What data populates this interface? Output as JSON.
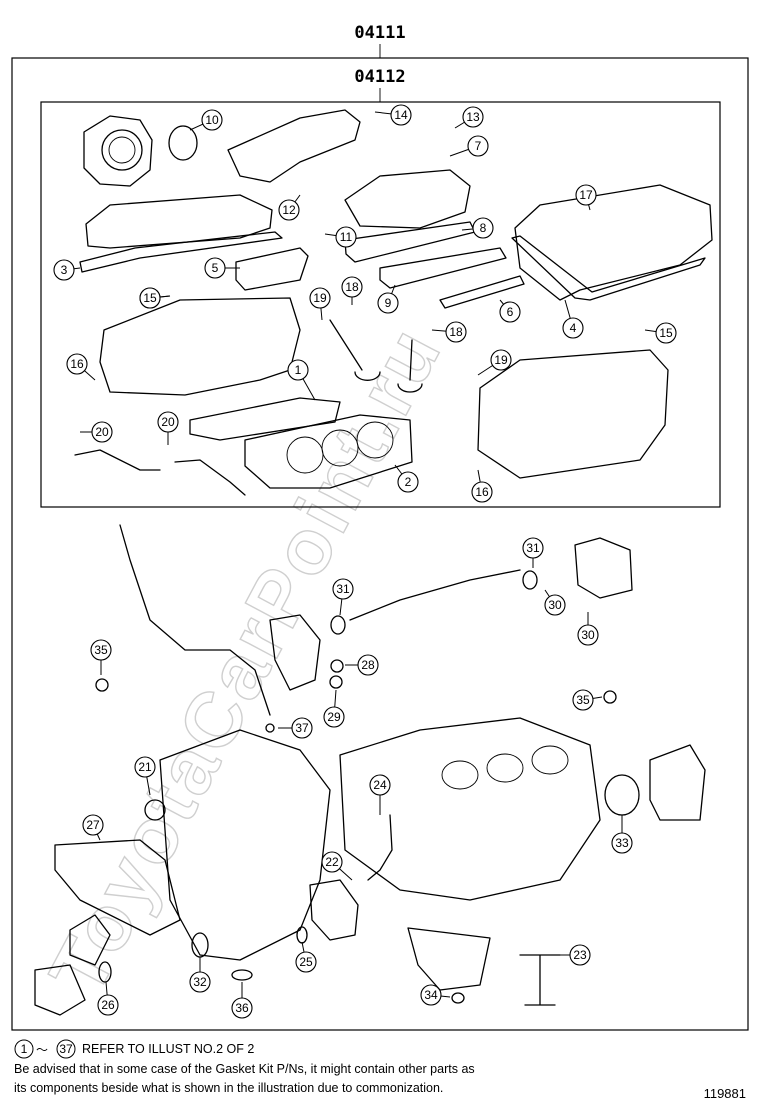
{
  "header": {
    "outer_code": "04111",
    "inner_code": "04112"
  },
  "watermark": "ToyotaCarPoint.ru",
  "callouts": [
    {
      "n": "1"
    },
    {
      "n": "2"
    },
    {
      "n": "3"
    },
    {
      "n": "4"
    },
    {
      "n": "5"
    },
    {
      "n": "6"
    },
    {
      "n": "7"
    },
    {
      "n": "8"
    },
    {
      "n": "9"
    },
    {
      "n": "10"
    },
    {
      "n": "11"
    },
    {
      "n": "12"
    },
    {
      "n": "13"
    },
    {
      "n": "14"
    },
    {
      "n": "15"
    },
    {
      "n": "15"
    },
    {
      "n": "15"
    },
    {
      "n": "16"
    },
    {
      "n": "16"
    },
    {
      "n": "17"
    },
    {
      "n": "18"
    },
    {
      "n": "18"
    },
    {
      "n": "19"
    },
    {
      "n": "19"
    },
    {
      "n": "20"
    },
    {
      "n": "20"
    },
    {
      "n": "21"
    },
    {
      "n": "22"
    },
    {
      "n": "23"
    },
    {
      "n": "24"
    },
    {
      "n": "25"
    },
    {
      "n": "26"
    },
    {
      "n": "27"
    },
    {
      "n": "28"
    },
    {
      "n": "29"
    },
    {
      "n": "30"
    },
    {
      "n": "30"
    },
    {
      "n": "31"
    },
    {
      "n": "31"
    },
    {
      "n": "32"
    },
    {
      "n": "33"
    },
    {
      "n": "34"
    },
    {
      "n": "35"
    },
    {
      "n": "35"
    },
    {
      "n": "36"
    },
    {
      "n": "37"
    }
  ],
  "footer": {
    "range_start": "1",
    "range_sep": "～",
    "range_end": "37",
    "refer_text": "REFER TO ILLUST NO.2 OF 2",
    "note_line1": "Be advised that in some case of the Gasket Kit P/Ns,  it might contain other parts as",
    "note_line2": "its components beside what is shown in the illustration due to commonization.",
    "figure_number": "119881"
  }
}
